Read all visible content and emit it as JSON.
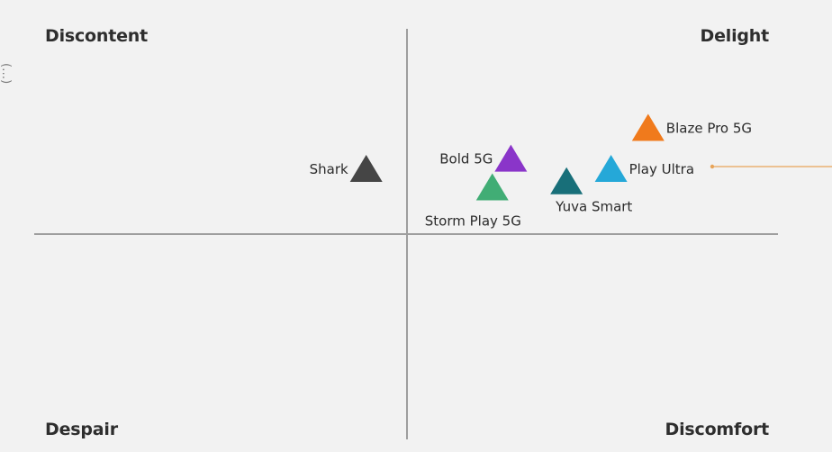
{
  "quadrants": {
    "top_left": "Discontent",
    "top_right": "Delight",
    "bottom_left": "Despair",
    "bottom_right": "Discomfort"
  },
  "y_axis_label": "(…)",
  "chart_data": {
    "type": "scatter",
    "title": "",
    "xlabel": "",
    "ylabel": "",
    "xlim": [
      -1,
      1
    ],
    "ylim": [
      -1,
      1
    ],
    "grid": false,
    "marker": "triangle",
    "points": [
      {
        "label": "Blaze Pro 5G",
        "x": 0.65,
        "y": 0.52,
        "color": "#f07a1c"
      },
      {
        "label": "Play Ultra",
        "x": 0.55,
        "y": 0.32,
        "color": "#25a8d8"
      },
      {
        "label": "Bold 5G",
        "x": 0.28,
        "y": 0.37,
        "color": "#8a35c9"
      },
      {
        "label": "Yuva Smart",
        "x": 0.43,
        "y": 0.26,
        "color": "#186f79"
      },
      {
        "label": "Storm Play 5G",
        "x": 0.23,
        "y": 0.23,
        "color": "#41ad75"
      },
      {
        "label": "Shark",
        "x": -0.11,
        "y": 0.32,
        "color": "#454545"
      }
    ],
    "callout_color": "#e8a458"
  }
}
